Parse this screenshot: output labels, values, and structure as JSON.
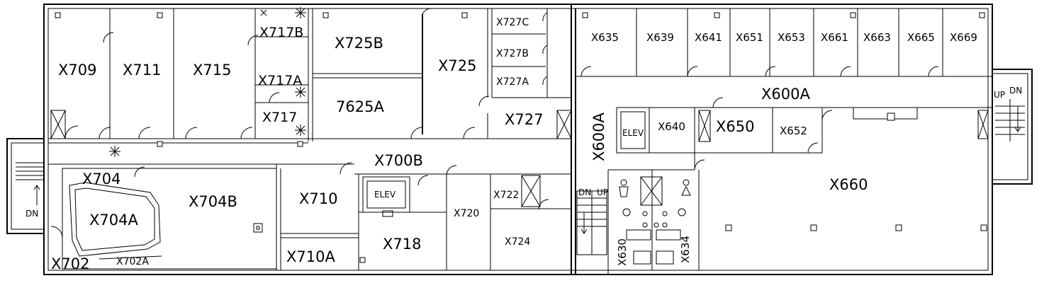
{
  "rooms": {
    "X709": "X709",
    "X711": "X711",
    "X715": "X715",
    "X717B": "X717B",
    "X717A": "X717A",
    "X717": "X717",
    "X725B": "X725B",
    "7625A": "7625A",
    "X725": "X725",
    "X727C": "X727C",
    "X727B": "X727B",
    "X727A": "X727A",
    "X727": "X727",
    "X635": "X635",
    "X639": "X639",
    "X641": "X641",
    "X651": "X651",
    "X653": "X653",
    "X661": "X661",
    "X663": "X663",
    "X665": "X665",
    "X669": "X669",
    "X600A_h": "X600A",
    "X600A_v": "X600A",
    "X640": "X640",
    "X650": "X650",
    "X652": "X652",
    "X660": "X660",
    "X700B": "X700B",
    "X704": "X704",
    "X704A": "X704A",
    "X704B": "X704B",
    "X702": "X702",
    "X702A": "X702A",
    "X710": "X710",
    "X710A": "X710A",
    "X718": "X718",
    "X720": "X720",
    "X722": "X722",
    "X724": "X724",
    "X630": "X630",
    "X634": "X634"
  },
  "tags": {
    "elev_left": "ELEV",
    "elev_right": "ELEV",
    "stair_left_dn": "DN",
    "stair_mid_dn": "DN",
    "stair_mid_up": "UP",
    "stair_right_up": "UP",
    "stair_right_dn": "DN"
  }
}
